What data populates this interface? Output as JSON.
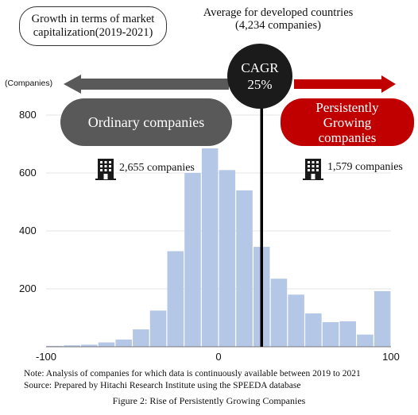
{
  "market_box": {
    "line1": "Growth in terms of market",
    "line2": "capitalization(2019-2021)"
  },
  "avg": {
    "line1": "Average for developed countries",
    "line2": "(4,234 companies)"
  },
  "units_label": "(Companies)",
  "cagr": {
    "line1": "CAGR",
    "line2": "25%"
  },
  "ordinary": {
    "label": "Ordinary companies",
    "count": "2,655 companies"
  },
  "persistent": {
    "line1": "Persistently",
    "line2": "Growing",
    "line3": "companies",
    "count": "1,579 companies"
  },
  "note": "Note: Analysis of companies for which data is continuously available between 2019 to 2021",
  "source": "Source: Prepared by Hitachi Research Institute using the SPEEDA database",
  "caption": "Figure 2: Rise of Persistently Growing Companies",
  "colors": {
    "bars": "#b4c7e7",
    "ordinary": "#595959",
    "persistent": "#c00000",
    "cagr": "#1b1b1b"
  },
  "icons": {
    "building": "office-building-icon"
  },
  "chart_data": {
    "type": "bar",
    "xlim": [
      -100,
      100
    ],
    "ylim": [
      0,
      850
    ],
    "x_ticks": [
      {
        "value": -100,
        "label": "-100"
      },
      {
        "value": 0,
        "label": "0"
      },
      {
        "value": 100,
        "label": "100"
      }
    ],
    "y_ticks": [
      {
        "value": 200,
        "label": "200"
      },
      {
        "value": 400,
        "label": "400"
      },
      {
        "value": 600,
        "label": "600"
      },
      {
        "value": 800,
        "label": "800"
      }
    ],
    "bin_width": 10,
    "bin_starts": [
      -100,
      -90,
      -80,
      -70,
      -60,
      -50,
      -40,
      -30,
      -20,
      -10,
      0,
      10,
      20,
      30,
      40,
      50,
      60,
      70,
      80,
      90
    ],
    "values": [
      3,
      5,
      7,
      15,
      25,
      60,
      125,
      330,
      600,
      685,
      610,
      540,
      345,
      235,
      180,
      115,
      85,
      88,
      42,
      192
    ],
    "marker_x": 25,
    "marker_label": "CAGR 25%"
  }
}
